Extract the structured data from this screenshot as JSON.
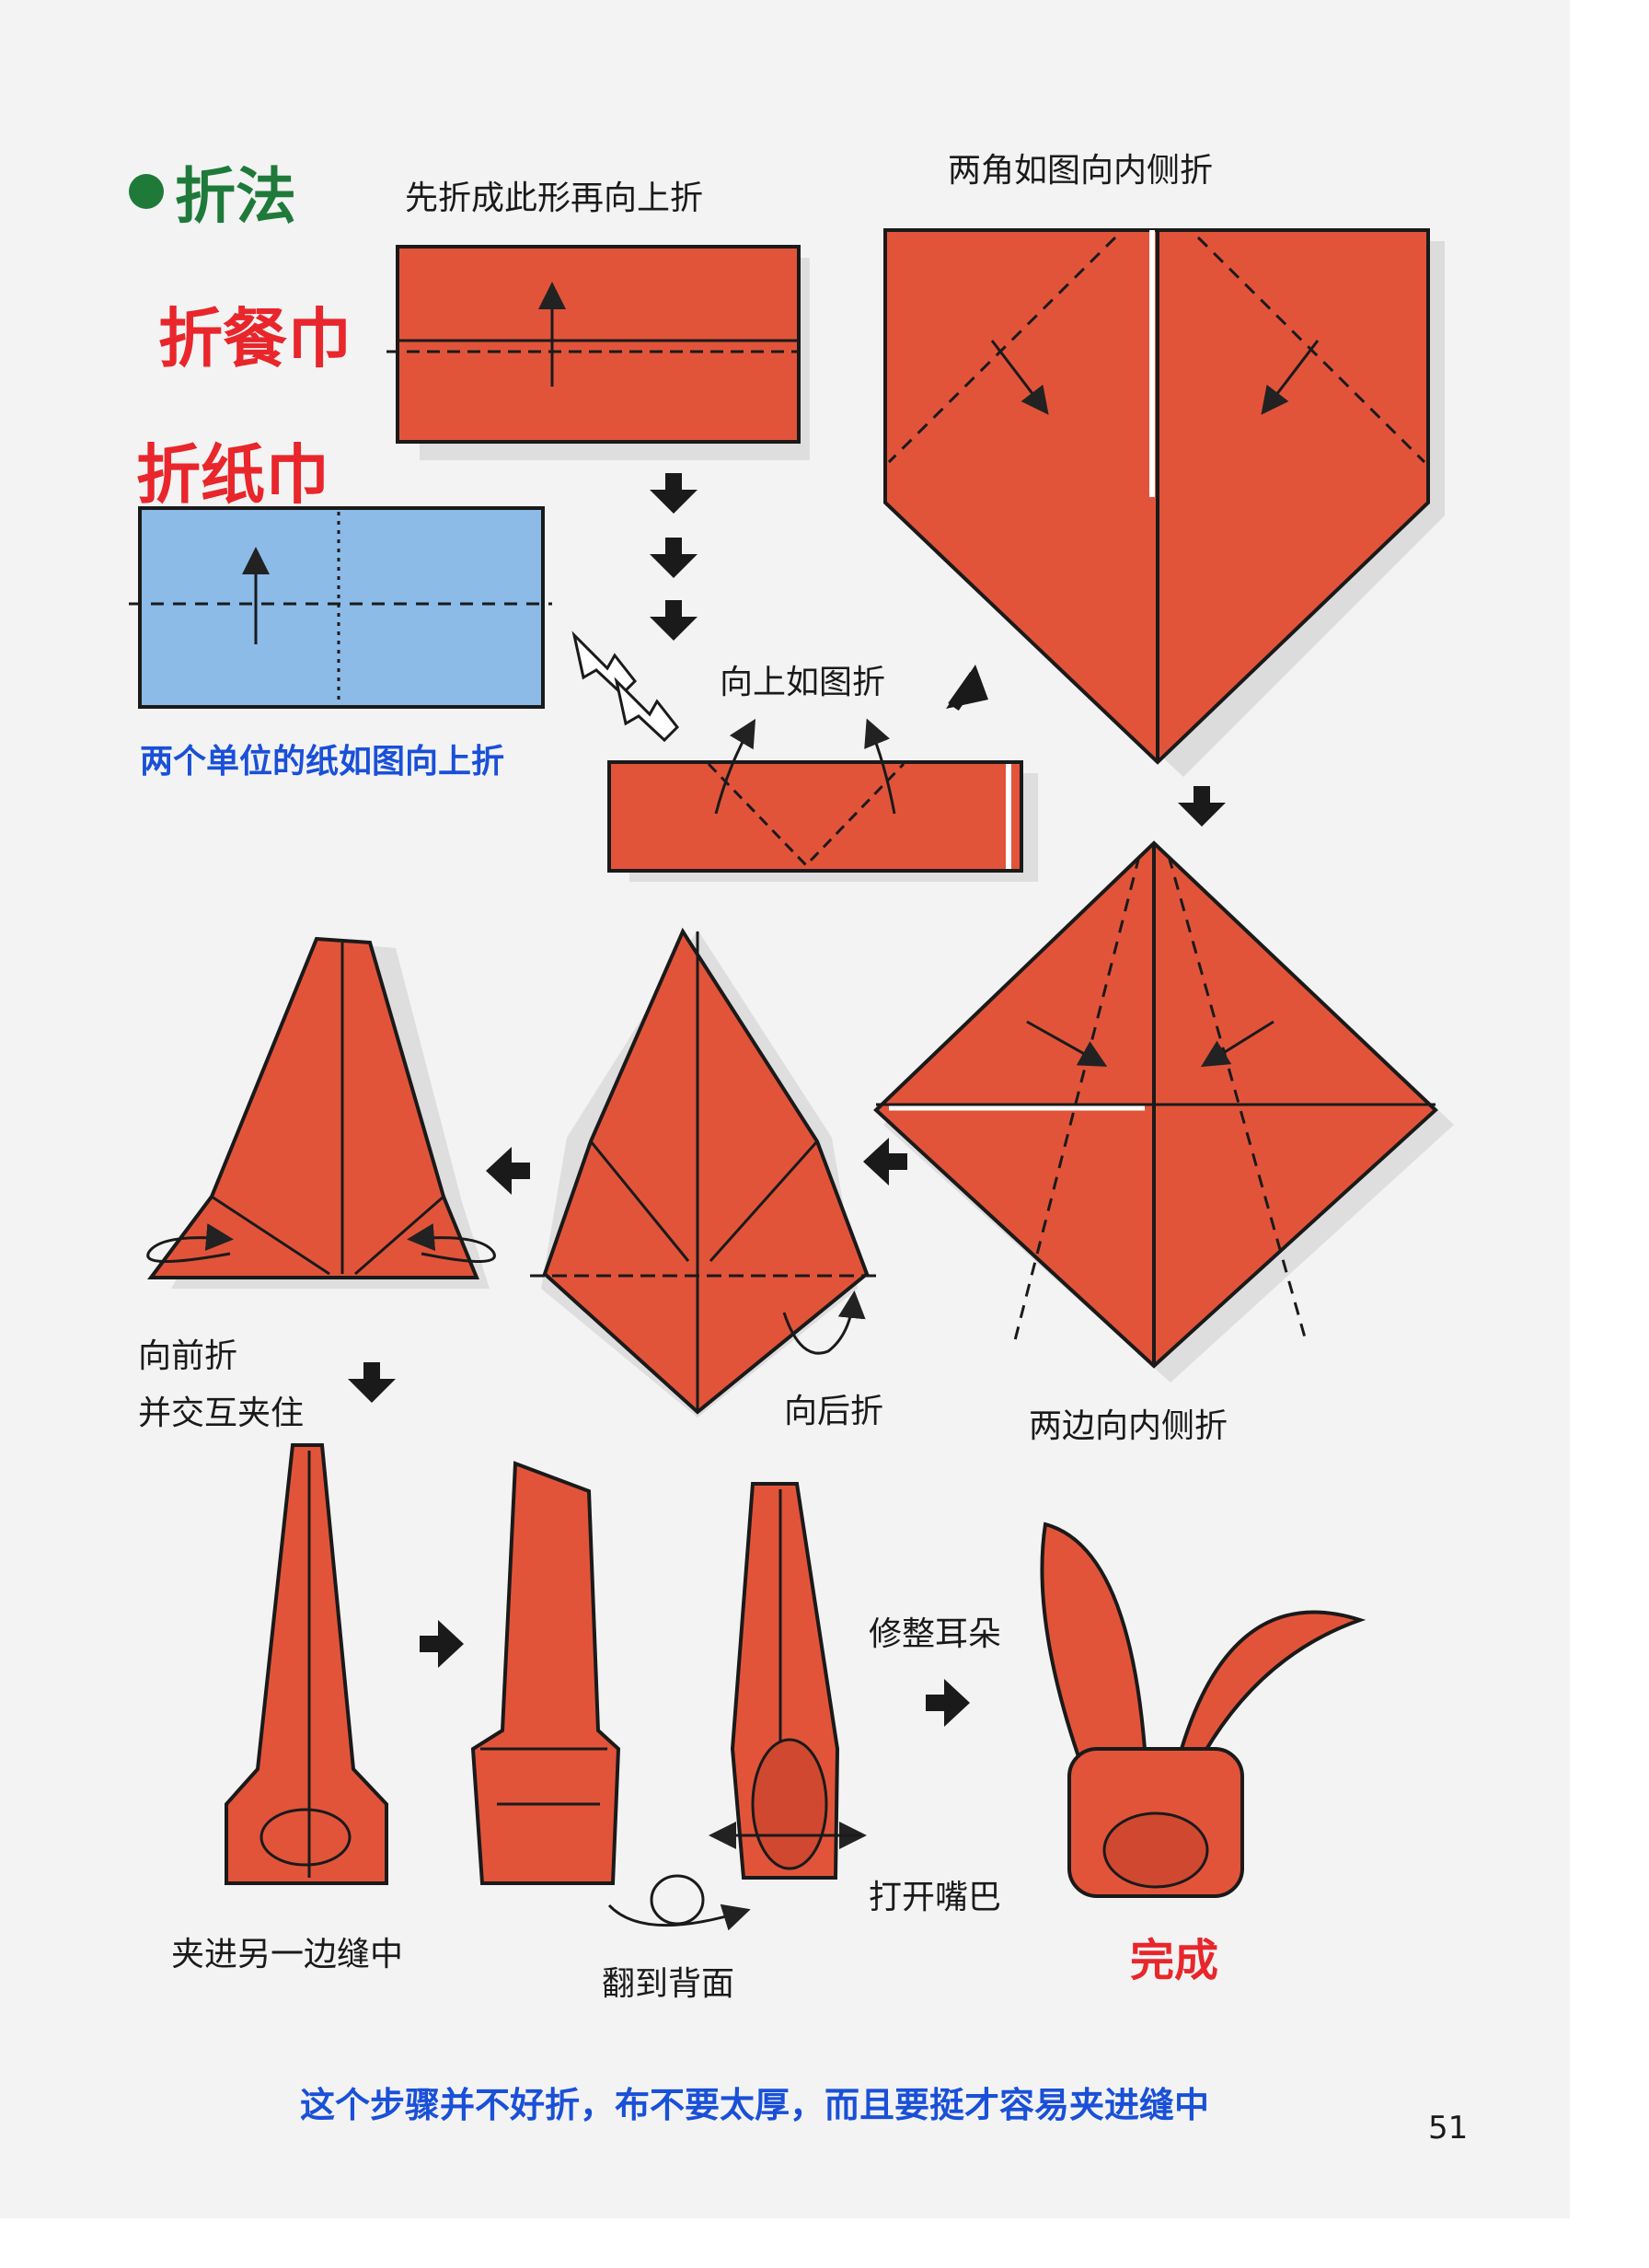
{
  "heading": {
    "title": "折法"
  },
  "labels": {
    "napkin_method": "折餐巾",
    "paper_method": "折纸巾",
    "paper_note": "两个单位的纸如图向上折",
    "step1": "先折成此形再向上折",
    "step2": "两角如图向内侧折",
    "step3": "向上如图折",
    "step4": "两边向内侧折",
    "step5": "向后折",
    "step6_a": "向前折",
    "step6_b": "并交互夹住",
    "step7": "夹进另一边缝中",
    "step8": "翻到背面",
    "step9": "修整耳朵",
    "step10": "打开嘴巴",
    "done": "完成"
  },
  "footer": {
    "tip": "这个步骤并不好折，布不要太厚，而且要挺才容易夹进缝中",
    "page_number": "51"
  },
  "colors": {
    "napkin": "#e2543a",
    "paper": "#8cbbe8",
    "title_green": "#1f7a3a",
    "method_red": "#e8262b",
    "note_blue": "#1a50d8"
  },
  "icons": [
    "down-arrow-icon",
    "right-arrow-icon",
    "left-arrow-icon",
    "diagonal-arrow-icon",
    "flip-icon"
  ]
}
